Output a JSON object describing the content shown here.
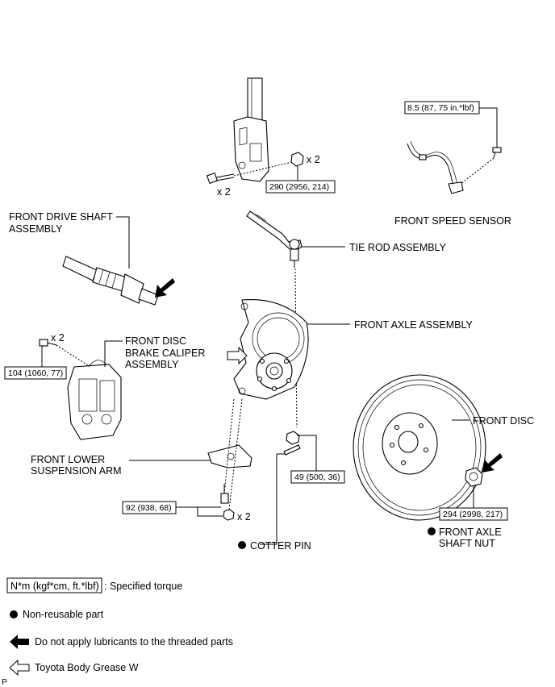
{
  "labels": {
    "front_drive_shaft": [
      "FRONT DRIVE SHAFT",
      "ASSEMBLY"
    ],
    "front_disc_brake_caliper": [
      "FRONT DISC",
      "BRAKE CALIPER",
      "ASSEMBLY"
    ],
    "front_lower_suspension_arm": [
      "FRONT LOWER",
      "SUSPENSION ARM"
    ],
    "tie_rod": "TIE ROD ASSEMBLY",
    "front_axle": "FRONT AXLE ASSEMBLY",
    "front_speed_sensor": "FRONT SPEED SENSOR",
    "front_disc": "FRONT DISC",
    "cotter_pin": "COTTER PIN",
    "front_axle_shaft_nut": [
      "FRONT AXLE",
      "SHAFT NUT"
    ]
  },
  "torques": {
    "speed_sensor": "8.5 (87, 75 in.*lbf)",
    "strut": "290 (2956, 214)",
    "caliper": "104 (1060, 77)",
    "tie_rod_nut": "49 (500, 36)",
    "lower_arm": "92 (938, 68)",
    "axle_nut": "294 (2998, 217)"
  },
  "quantities": {
    "strut_bolt": "x 2",
    "strut_nut": "x 2",
    "caliper_bolt": "x 2",
    "lower_arm_nut": "x 2"
  },
  "legend": {
    "torque_unit": "N*m (kgf*cm, ft.*lbf)",
    "torque_desc": ": Specified torque",
    "non_reusable": "Non-reusable part",
    "no_lubricant": "Do not apply lubricants to the threaded parts",
    "grease": "Toyota Body Grease W"
  },
  "corner_mark": "P",
  "icons": {
    "non_reusable": "filled-circle-icon",
    "no_lubricant": "filled-arrow-icon",
    "grease": "outline-arrow-icon"
  }
}
